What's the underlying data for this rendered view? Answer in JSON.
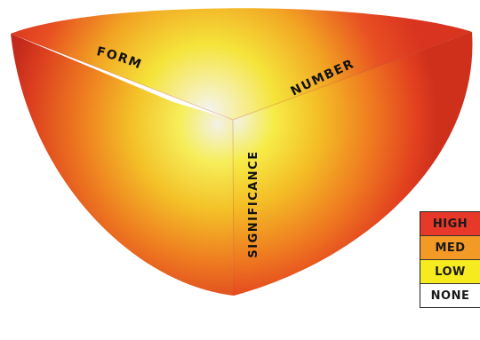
{
  "diagram": {
    "axes": {
      "form": "FORM",
      "number": "NUMBER",
      "significance": "SIGNIFICANCE"
    },
    "colors": {
      "center": "#f2f2f2",
      "inner": "#f4ea3a",
      "mid": "#f39a1e",
      "outer": "#e3371f",
      "rim": "#c0261a"
    }
  },
  "legend": {
    "items": [
      {
        "label": "HIGH",
        "color": "#e8382a"
      },
      {
        "label": "MED",
        "color": "#f29a25"
      },
      {
        "label": "LOW",
        "color": "#f6eb1e"
      },
      {
        "label": "NONE",
        "color": "#ffffff"
      }
    ]
  }
}
